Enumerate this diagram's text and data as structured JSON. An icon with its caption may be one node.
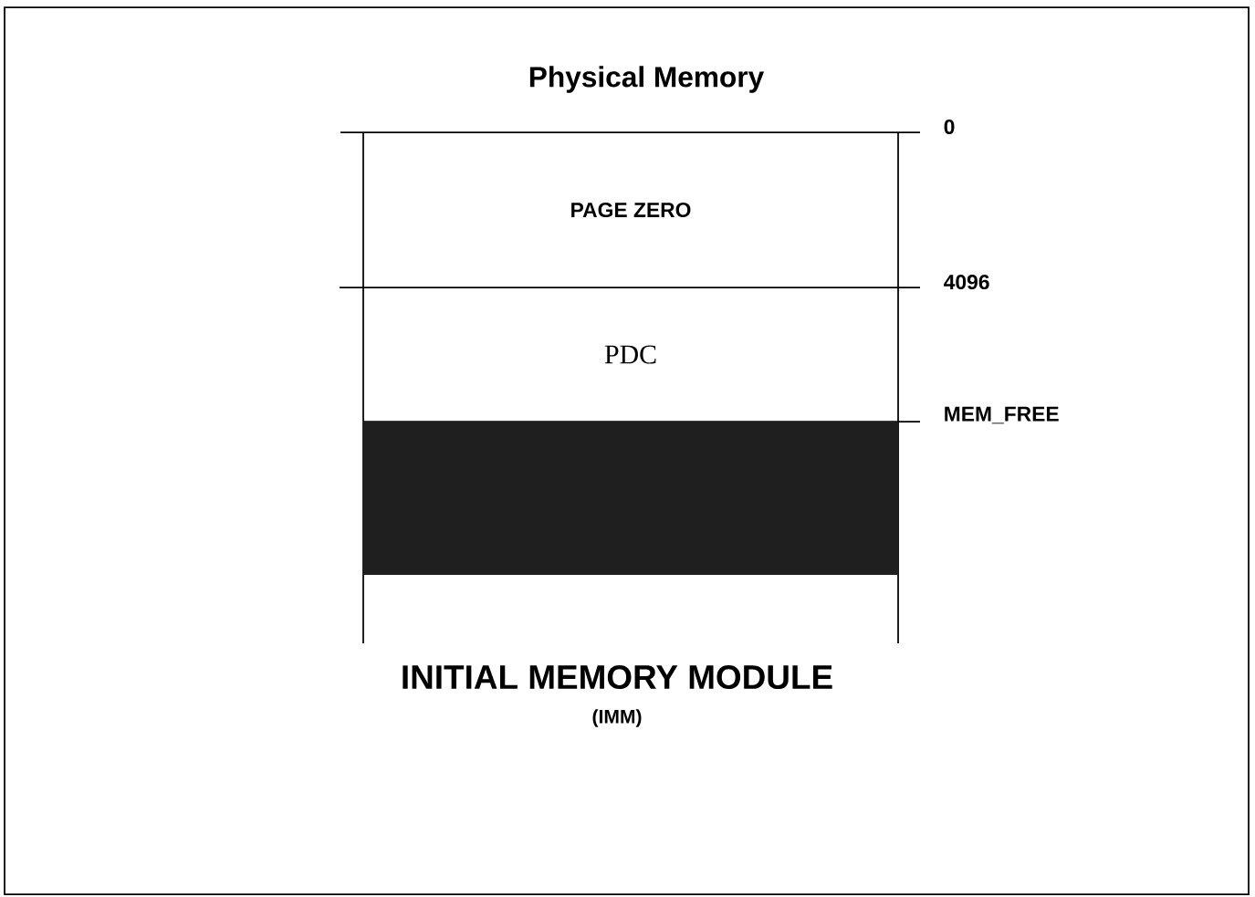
{
  "diagram": {
    "title": "Physical Memory",
    "caption": "INITIAL MEMORY MODULE",
    "nodes": [
      {
        "text": [
          "PAGE ZERO"
        ]
      },
      {
        "text": [
          "PDC"
        ]
      },
      {
        "text": [],
        "shape": "bar"
      }
    ],
    "labels": [
      "0",
      "4096",
      "MEM_FREE",
      "(IMM)"
    ]
  }
}
